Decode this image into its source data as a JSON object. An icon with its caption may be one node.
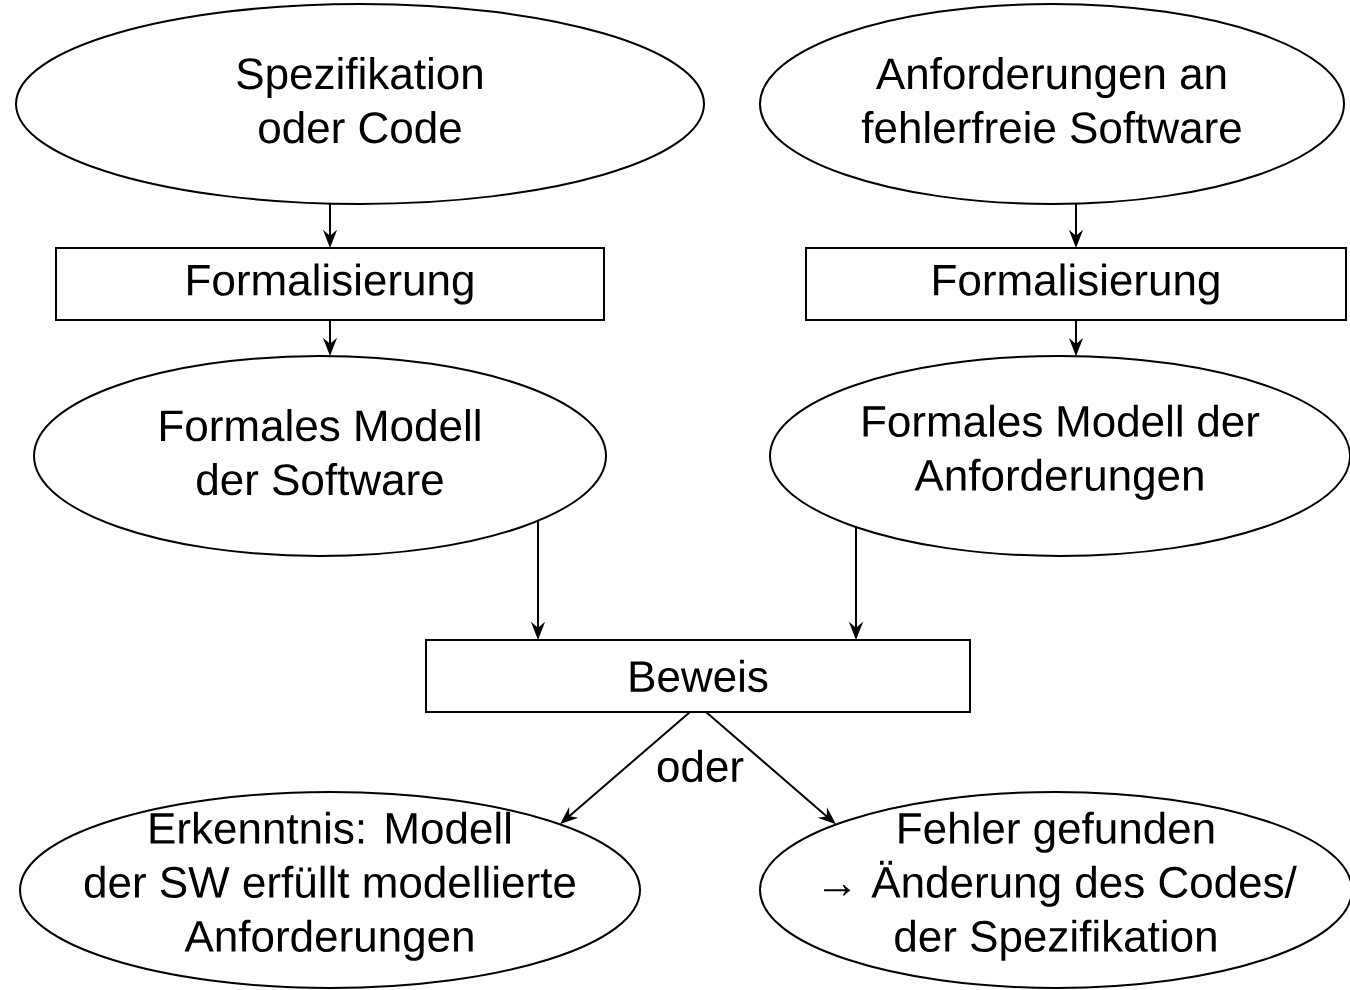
{
  "diagram": {
    "nodes": [
      {
        "text": [
          "Spezifikation oder Code"
        ]
      },
      {
        "text": [
          "Anforderungen an fehlerfreie Software"
        ]
      },
      {
        "text": [
          "Formalisierung"
        ]
      },
      {
        "text": [
          "Formalisierung"
        ]
      },
      {
        "text": [
          "Formales Modell der Software"
        ]
      },
      {
        "text": [
          "Formales Modell der Anforderungen"
        ]
      },
      {
        "text": [
          "Beweis"
        ]
      },
      {
        "text": [
          "Erkenntnis: Modell der SW erfüllt modellierte Anforderungen"
        ]
      },
      {
        "text": [
          "Fehler gefunden → Änderung des Codes/ der Spezifikation"
        ]
      }
    ],
    "edges": [
      {
        "from": 0,
        "to": 2,
        "arrow": "to"
      },
      {
        "from": 2,
        "to": 4,
        "arrow": "to"
      },
      {
        "from": 1,
        "to": 3,
        "arrow": "to"
      },
      {
        "from": 3,
        "to": 5,
        "arrow": "to"
      },
      {
        "from": 4,
        "to": 6,
        "arrow": "to"
      },
      {
        "from": 5,
        "to": 6,
        "arrow": "to"
      },
      {
        "from": 6,
        "to": 7,
        "arrow": "to"
      },
      {
        "from": 6,
        "to": 8,
        "arrow": "to"
      }
    ],
    "labels": [
      "oder"
    ]
  }
}
